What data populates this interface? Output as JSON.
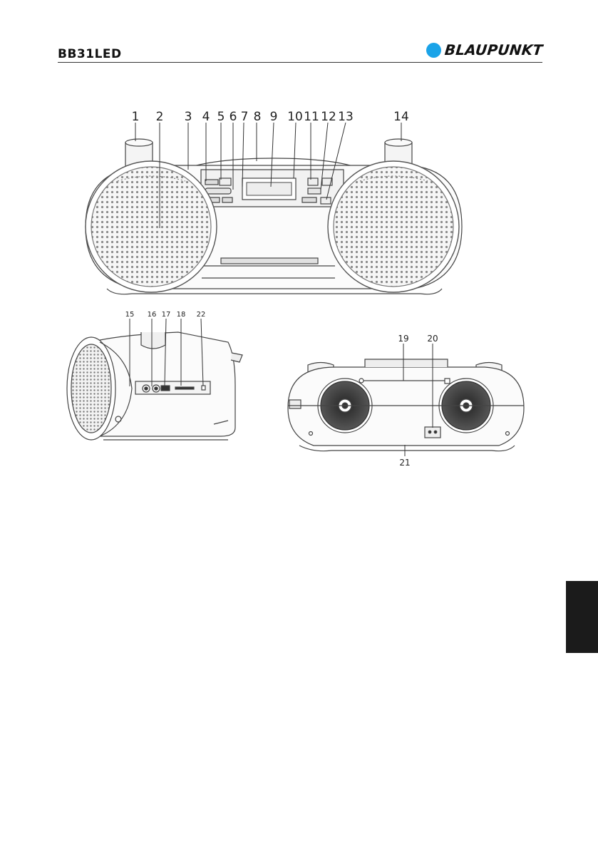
{
  "header": {
    "model": "BB31LED",
    "brand": "BLAUPUNKT",
    "brand_color": "#1aa3e8"
  },
  "front_view": {
    "callouts": [
      "1",
      "2",
      "3",
      "4",
      "5",
      "6",
      "7",
      "8",
      "9",
      "10",
      "11",
      "12",
      "13",
      "14"
    ]
  },
  "side_view": {
    "callouts": [
      "15",
      "16",
      "17",
      "18",
      "22"
    ]
  },
  "back_view": {
    "callouts": [
      "19",
      "20",
      "21"
    ]
  },
  "side_tab": {
    "color": "#1b1b1b"
  }
}
